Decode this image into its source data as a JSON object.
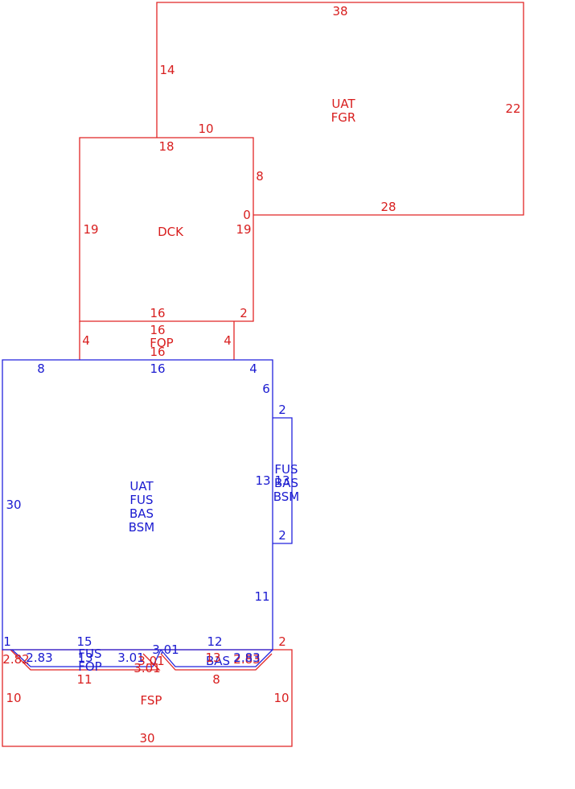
{
  "colors": {
    "red": "#e12525",
    "blue": "#2222dd"
  },
  "upper_area": {
    "name_lines": [
      "UAT",
      "FGR"
    ],
    "dims": {
      "top": "38",
      "left": "14",
      "right": "22",
      "bottom": "28",
      "inner": "10",
      "zero": "0"
    }
  },
  "deck": {
    "name": "DCK",
    "dims": {
      "top": "18",
      "right_top": "8",
      "left": "19",
      "right": "19",
      "bottom": "16",
      "corner": "2"
    }
  },
  "porch": {
    "name": "FOP",
    "dims": {
      "top": "16",
      "bottom": "16",
      "left": "4",
      "right": "4"
    }
  },
  "main_area": {
    "name_lines": [
      "UAT",
      "FUS",
      "BAS",
      "BSM"
    ],
    "dims": {
      "top_left": "8",
      "top": "16",
      "top_right": "4",
      "right_upper": "6",
      "left": "30",
      "right_mid": "13",
      "right_lower": "11",
      "bottom_left": "1",
      "bottom_mid1": "15",
      "bottom_mid2": "12",
      "overlap_mid": "13"
    }
  },
  "side_box": {
    "name_lines": [
      "FUS",
      "BAS",
      "BSM"
    ],
    "dims": {
      "top": "2",
      "bottom": "2"
    }
  },
  "bottom_strip": {
    "left_name_lines": [
      "FUS",
      "FOP"
    ],
    "right_name": "BAS",
    "dims": {
      "left_diag": "2.83",
      "left_diag_red": "2.82",
      "mid_left": "3.01",
      "mid_right": "3.01",
      "mid_red": "3.01",
      "mid_red2": "3.01",
      "right_diag": "2.83",
      "right_diag_red": "2.83",
      "blue_12": "12",
      "blue_13": "13",
      "blue_15": "15"
    }
  },
  "foundation": {
    "name": "FSP",
    "dims": {
      "top_right": "2",
      "left": "10",
      "right": "10",
      "bottom": "30",
      "inner_left": "11",
      "inner_right": "8"
    }
  }
}
